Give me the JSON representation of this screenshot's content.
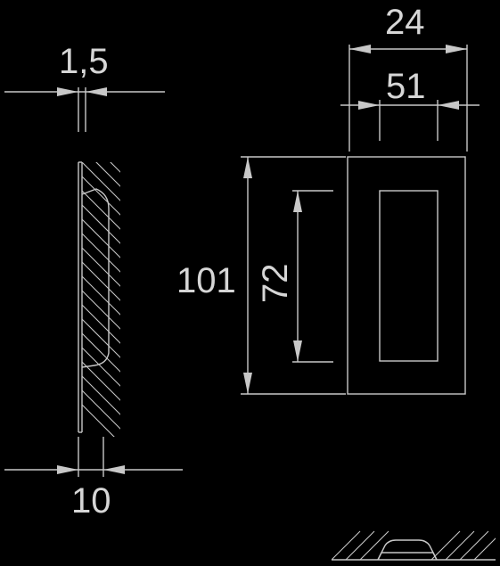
{
  "drawing": {
    "dimensions": {
      "plate_thickness": "1,5",
      "recess_depth": "10",
      "outer_width": "24",
      "inner_width": "51",
      "outer_height": "101",
      "inner_height": "72"
    }
  },
  "colors": {
    "background": "#000000",
    "line": "#c8c8c8",
    "text": "#d6d6d6"
  }
}
